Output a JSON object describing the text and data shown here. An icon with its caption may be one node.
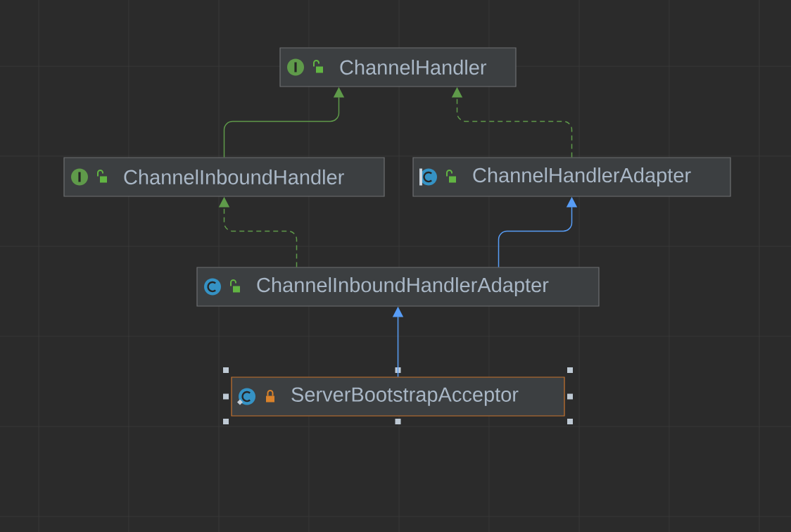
{
  "diagram": {
    "nodes": [
      {
        "text": [
          "ChannelHandler"
        ]
      },
      {
        "text": [
          "ChannelInboundHandler"
        ]
      },
      {
        "text": [
          "ChannelHandlerAdapter"
        ]
      },
      {
        "text": [
          "ChannelInboundHandlerAdapter"
        ]
      },
      {
        "text": [
          "ServerBootstrapAcceptor"
        ]
      }
    ],
    "edges": [
      {
        "from": 1,
        "to": 0,
        "arrow": "to"
      },
      {
        "from": 2,
        "to": 0,
        "arrow": "to",
        "style": "dashed"
      },
      {
        "from": 3,
        "to": 1,
        "arrow": "to",
        "style": "dashed"
      },
      {
        "from": 3,
        "to": 2,
        "arrow": "to",
        "color": "#589df6"
      },
      {
        "from": 4,
        "to": 3,
        "arrow": "to",
        "color": "#589df6"
      }
    ]
  }
}
